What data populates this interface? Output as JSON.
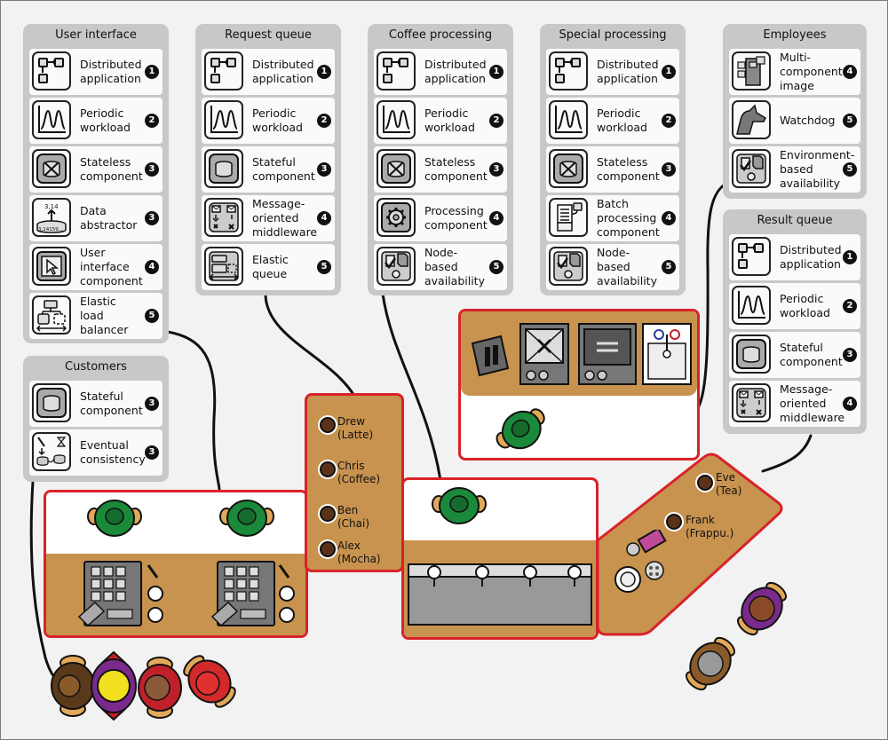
{
  "panels": {
    "user_interface": {
      "title": "User interface",
      "items": [
        {
          "label": "Distributed application",
          "num": "1",
          "icon": "distributed-application-icon"
        },
        {
          "label": "Periodic workload",
          "num": "2",
          "icon": "periodic-workload-icon"
        },
        {
          "label": "Stateless component",
          "num": "3",
          "icon": "stateless-component-icon"
        },
        {
          "label": "Data abstractor",
          "num": "3",
          "icon": "data-abstractor-icon",
          "icon_text_top": "3,14",
          "icon_text_bottom": "3,14159..."
        },
        {
          "label": "User interface component",
          "num": "4",
          "icon": "user-interface-component-icon"
        },
        {
          "label": "Elastic load balancer",
          "num": "5",
          "icon": "elastic-load-balancer-icon"
        }
      ]
    },
    "request_queue": {
      "title": "Request queue",
      "items": [
        {
          "label": "Distributed application",
          "num": "1",
          "icon": "distributed-application-icon"
        },
        {
          "label": "Periodic workload",
          "num": "2",
          "icon": "periodic-workload-icon"
        },
        {
          "label": "Stateful component",
          "num": "3",
          "icon": "stateful-component-icon"
        },
        {
          "label": "Message-oriented middleware",
          "num": "4",
          "icon": "message-oriented-middleware-icon"
        },
        {
          "label": "Elastic queue",
          "num": "5",
          "icon": "elastic-queue-icon"
        }
      ]
    },
    "coffee_processing": {
      "title": "Coffee processing",
      "items": [
        {
          "label": "Distributed application",
          "num": "1",
          "icon": "distributed-application-icon"
        },
        {
          "label": "Periodic workload",
          "num": "2",
          "icon": "periodic-workload-icon"
        },
        {
          "label": "Stateless component",
          "num": "3",
          "icon": "stateless-component-icon"
        },
        {
          "label": "Processing component",
          "num": "4",
          "icon": "processing-component-icon"
        },
        {
          "label": "Node-based availability",
          "num": "5",
          "icon": "node-based-availability-icon"
        }
      ]
    },
    "special_processing": {
      "title": "Special processing",
      "items": [
        {
          "label": "Distributed application",
          "num": "1",
          "icon": "distributed-application-icon"
        },
        {
          "label": "Periodic workload",
          "num": "2",
          "icon": "periodic-workload-icon"
        },
        {
          "label": "Stateless component",
          "num": "3",
          "icon": "stateless-component-icon"
        },
        {
          "label": "Batch processing component",
          "num": "4",
          "icon": "batch-processing-component-icon"
        },
        {
          "label": "Node-based availability",
          "num": "5",
          "icon": "node-based-availability-icon"
        }
      ]
    },
    "employees": {
      "title": "Employees",
      "items": [
        {
          "label": "Multi-component image",
          "num": "4",
          "icon": "multi-component-image-icon"
        },
        {
          "label": "Watchdog",
          "num": "5",
          "icon": "watchdog-icon"
        },
        {
          "label": "Environment-based availability",
          "num": "5",
          "icon": "environment-based-availability-icon"
        }
      ]
    },
    "result_queue": {
      "title": "Result queue",
      "items": [
        {
          "label": "Distributed application",
          "num": "1",
          "icon": "distributed-application-icon"
        },
        {
          "label": "Periodic workload",
          "num": "2",
          "icon": "periodic-workload-icon"
        },
        {
          "label": "Stateful component",
          "num": "3",
          "icon": "stateful-component-icon"
        },
        {
          "label": "Message-oriented middleware",
          "num": "4",
          "icon": "message-oriented-middleware-icon"
        }
      ]
    },
    "customers": {
      "title": "Customers",
      "items": [
        {
          "label": "Stateful component",
          "num": "3",
          "icon": "stateful-component-icon"
        },
        {
          "label": "Eventual consistency",
          "num": "3",
          "icon": "eventual-consistency-icon"
        }
      ]
    }
  },
  "request_orders": [
    {
      "name": "Drew",
      "drink": "(Latte)"
    },
    {
      "name": "Chris",
      "drink": "(Coffee)"
    },
    {
      "name": "Ben",
      "drink": "(Chai)"
    },
    {
      "name": "Alex",
      "drink": "(Mocha)"
    }
  ],
  "result_orders": [
    {
      "name": "Eve",
      "drink": "(Tea)"
    },
    {
      "name": "Frank",
      "drink": "(Frappu.)"
    }
  ],
  "colors": {
    "panel": "#c8c8c8",
    "zone_border": "#d9222a",
    "counter_wood": "#c8934f",
    "employee_green": "#1a8a3a",
    "number_badge": "#111111"
  }
}
